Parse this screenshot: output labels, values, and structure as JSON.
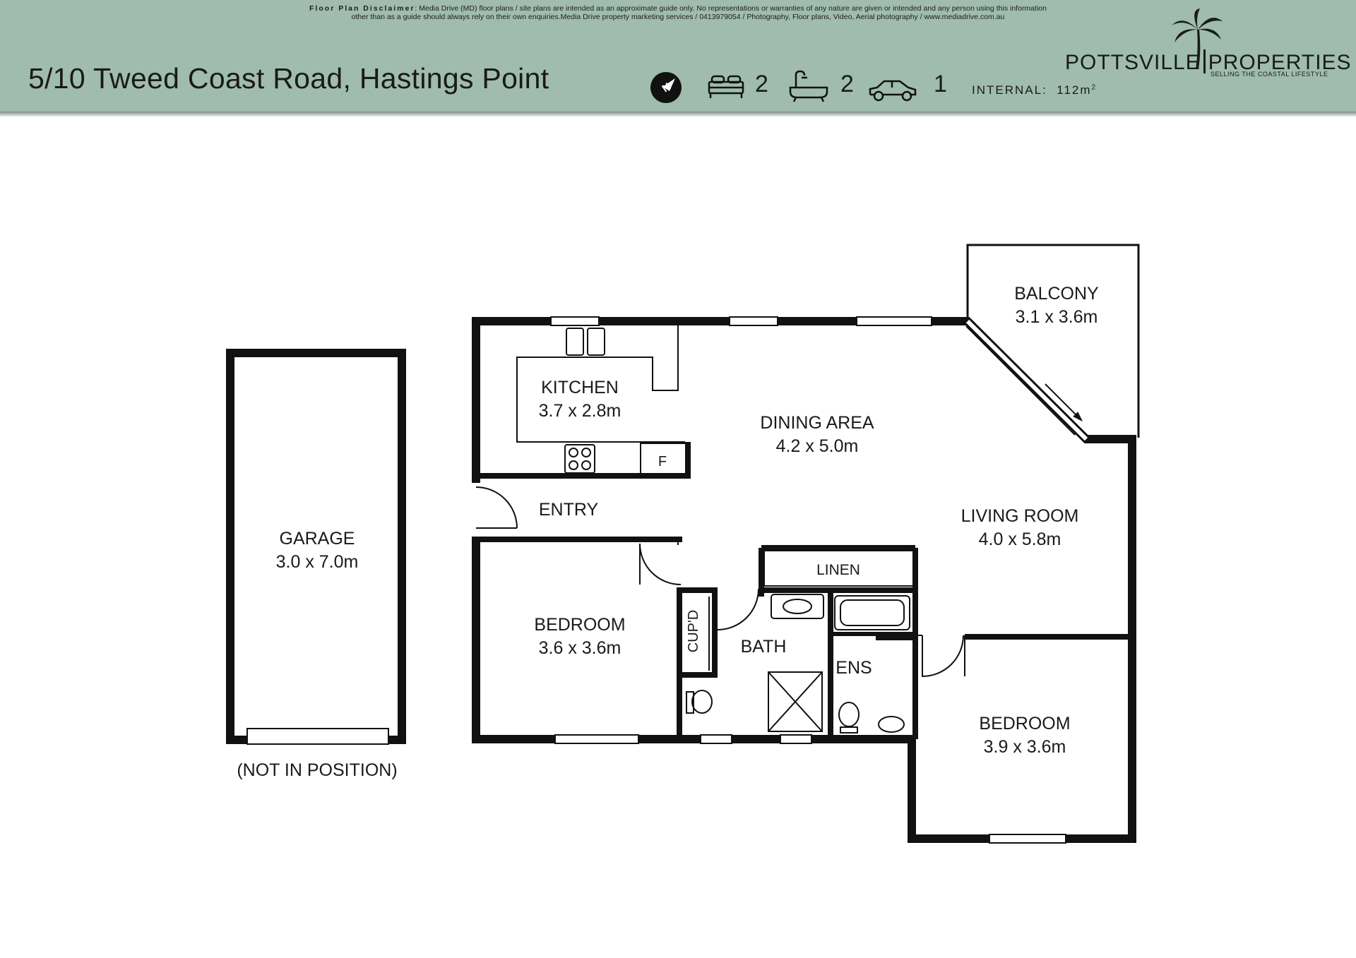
{
  "header": {
    "disclaimer_label": "Floor Plan Disclaimer",
    "disclaimer_line1": ": Media Drive (MD) floor plans / site plans are intended as an approximate guide only.  No representations or warranties of any nature are given or intended and any person using this information",
    "disclaimer_line2": "other than as a guide should always rely on their own enquiries.Media Drive property marketing services / 0413979054 / Photography, Floor plans,  Video, Aerial photography / www.mediadrive.com.au",
    "address": "5/10 Tweed Coast Road, Hastings Point",
    "compass_letter": "N",
    "bedrooms": "2",
    "bathrooms": "2",
    "car_spaces": "1",
    "internal_label": "INTERNAL:",
    "internal_value": "112m",
    "internal_unit_sup": "2",
    "brand_left": "POTTSVILLE",
    "brand_right": "PROPERTIES",
    "tagline": "SELLING THE COASTAL LIFESTYLE"
  },
  "rooms": {
    "balcony": {
      "name": "BALCONY",
      "size": "3.1 x 3.6m"
    },
    "kitchen": {
      "name": "KITCHEN",
      "size": "3.7 x 2.8m"
    },
    "dining": {
      "name": "DINING AREA",
      "size": "4.2 x 5.0m"
    },
    "fridge": "F",
    "entry": "ENTRY",
    "living": {
      "name": "LIVING ROOM",
      "size": "4.0 x 5.8m"
    },
    "garage": {
      "name": "GARAGE",
      "size": "3.0 x 7.0m",
      "note": "(NOT IN POSITION)"
    },
    "linen": "LINEN",
    "bedroom1": {
      "name": "BEDROOM",
      "size": "3.6 x 3.6m"
    },
    "cupd": "CUP'D",
    "bath": "BATH",
    "ens": "ENS",
    "bedroom2": {
      "name": "BEDROOM",
      "size": "3.9 x 3.6m"
    }
  },
  "colors": {
    "header_bg": "#9fbcae",
    "wall": "#111111"
  },
  "icons": [
    "compass-icon",
    "bed-icon",
    "bath-icon",
    "car-icon",
    "palm-tree-icon"
  ]
}
